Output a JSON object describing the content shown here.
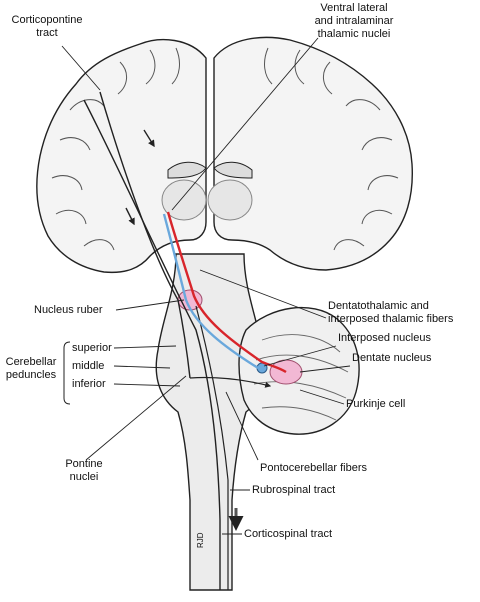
{
  "labels": {
    "corticopontine": [
      "Corticopontine",
      "tract"
    ],
    "thalamic": [
      "Ventral lateral",
      "and intralaminar",
      "thalamic nuclei"
    ],
    "nucleus_ruber": "Nucleus ruber",
    "dentatothalamic": [
      "Dentatothalamic and",
      "interposed thalamic fibers"
    ],
    "interposed_nucleus": "Interposed nucleus",
    "dentate_nucleus": "Dentate nucleus",
    "cerebellar_peduncles": [
      "Cerebellar",
      "peduncles"
    ],
    "superior": "superior",
    "middle": "middle",
    "inferior": "inferior",
    "purkinje": "Purkinje cell",
    "pontine": [
      "Pontine",
      "nuclei"
    ],
    "pontocerebellar": "Pontocerebellar fibers",
    "rubrospinal": "Rubrospinal tract",
    "corticospinal": "Corticospinal tract",
    "signature": "RJD"
  },
  "colors": {
    "red_pathway": "#d8252b",
    "blue_pathway": "#6aa8dc",
    "nucleus_pink": "#f2b8d4"
  }
}
